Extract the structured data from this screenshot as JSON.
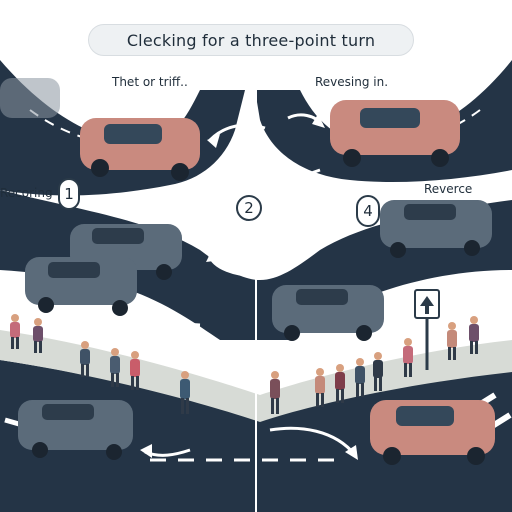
{
  "title": "Clecking for a three-point turn",
  "labels": {
    "top_left": "Thet or triff..",
    "top_right": "Revesing in.",
    "left": "Recoring",
    "right": "Reverce"
  },
  "steps": {
    "step1": "1",
    "step2": "2",
    "step4": "4"
  },
  "colors": {
    "road": "#243446",
    "sidewalk": "#d7dbd6",
    "marking": "#ffffff",
    "car_pink": "#c98a7f",
    "car_gray": "#5b6b7a"
  },
  "icons": {
    "u_turn_arrow": "uturn-arrow-icon",
    "circular_arrows": "circular-arrows-icon",
    "road_sign": "arrow-sign-icon"
  }
}
